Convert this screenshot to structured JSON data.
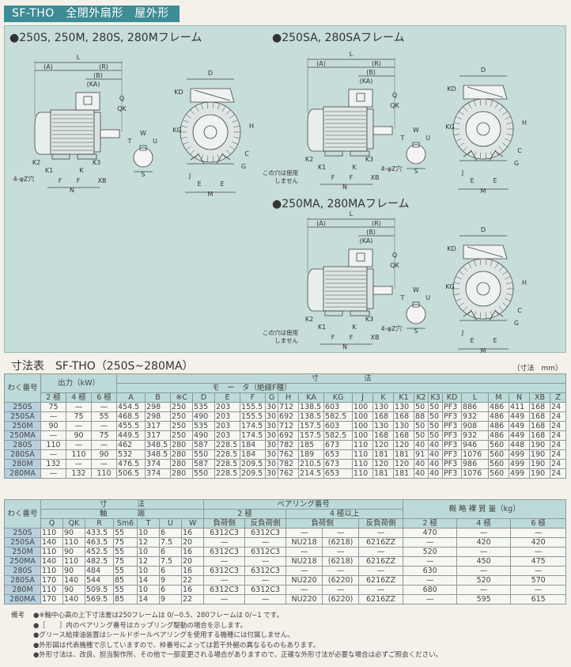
{
  "header": {
    "title": "SF-THO　全閉外扇形　屋外形"
  },
  "figures": [
    {
      "title": "●250S, 250M, 280S, 280Mフレーム",
      "labels": [
        "L",
        "(A)",
        "(R)",
        "(B)",
        "(KA)",
        "Q",
        "QK",
        "K2",
        "K3",
        "K1",
        "K",
        "4-φZ穴",
        "F",
        "F",
        "XB",
        "N",
        "W",
        "T",
        "U",
        "S",
        "D",
        "KD",
        "KG",
        "H",
        "C",
        "G",
        "J",
        "E",
        "E",
        "M"
      ]
    },
    {
      "title": "●250SA, 280SAフレーム",
      "labels": [
        "L",
        "(A)",
        "(R)",
        "(B)",
        "(KA)",
        "Q",
        "QK",
        "K2",
        "K3",
        "K1",
        "K",
        "4-φZ穴",
        "F",
        "F",
        "XB",
        "N",
        "W",
        "T",
        "U",
        "S",
        "D",
        "KD",
        "KG",
        "H",
        "C",
        "G",
        "J",
        "E",
        "E",
        "M"
      ],
      "note": [
        "この穴は使用",
        "しません"
      ]
    },
    {
      "title": "●250MA, 280MAフレーム",
      "labels": [
        "L",
        "(A)",
        "(R)",
        "(B)",
        "(KA)",
        "Q",
        "QK",
        "K2",
        "K3",
        "K1",
        "K",
        "4-φZ穴",
        "F",
        "F",
        "XB",
        "N",
        "W",
        "T",
        "U",
        "S",
        "D",
        "KD",
        "KG",
        "H",
        "C",
        "G",
        "J",
        "E",
        "E",
        "M"
      ],
      "note": [
        "この穴は使用",
        "しません"
      ]
    }
  ],
  "table1": {
    "title": "寸法表　SF-THO（250S~280MA）",
    "unit": "（寸法　mm）",
    "h_frame": "わく番号",
    "h_output": "出力（kW）",
    "h_dims": "寸　　　　　　法",
    "h_motor": "モ　ー　タ（絶縁F種）",
    "poles": [
      "2 極",
      "4 極",
      "6 極"
    ],
    "columns": [
      "A",
      "B",
      "※C",
      "D",
      "E",
      "F",
      "G",
      "H",
      "KA",
      "KG",
      "J",
      "K",
      "K1",
      "K2",
      "K3",
      "KD",
      "L",
      "M",
      "N",
      "XB",
      "Z"
    ],
    "rows": [
      [
        "250S",
        "75",
        "—",
        "—",
        "454.5",
        "298",
        "250",
        "535",
        "203",
        "155.5",
        "30",
        "712",
        "138.5",
        "603",
        "100",
        "130",
        "130",
        "50",
        "50",
        "PF3",
        "886",
        "486",
        "411",
        "168",
        "24"
      ],
      [
        "250SA",
        "—",
        "75",
        "55",
        "468.5",
        "298",
        "250",
        "490",
        "203",
        "155.5",
        "30",
        "692",
        "138.5",
        "582.5",
        "100",
        "168",
        "168",
        "88",
        "50",
        "PF3",
        "932",
        "486",
        "449",
        "168",
        "24"
      ],
      [
        "250M",
        "90",
        "—",
        "—",
        "455.5",
        "317",
        "250",
        "535",
        "203",
        "174.5",
        "30",
        "712",
        "157.5",
        "603",
        "100",
        "130",
        "130",
        "50",
        "50",
        "PF3",
        "908",
        "486",
        "449",
        "168",
        "24"
      ],
      [
        "250MA",
        "—",
        "90",
        "75",
        "449.5",
        "317",
        "250",
        "490",
        "203",
        "174.5",
        "30",
        "692",
        "157.5",
        "582.5",
        "100",
        "168",
        "168",
        "50",
        "50",
        "PF3",
        "932",
        "486",
        "449",
        "168",
        "24"
      ],
      [
        "280S",
        "110",
        "—",
        "—",
        "462",
        "348.5",
        "280",
        "587",
        "228.5",
        "184",
        "30",
        "782",
        "185",
        "673",
        "110",
        "120",
        "120",
        "40",
        "40",
        "PF3",
        "946",
        "560",
        "448",
        "190",
        "24"
      ],
      [
        "280SA",
        "—",
        "110",
        "90",
        "532",
        "348.5",
        "280",
        "550",
        "228.5",
        "184",
        "30",
        "762",
        "189",
        "653",
        "110",
        "181",
        "181",
        "91",
        "40",
        "PF3",
        "1076",
        "560",
        "499",
        "190",
        "24"
      ],
      [
        "280M",
        "132",
        "—",
        "—",
        "476.5",
        "374",
        "280",
        "587",
        "228.5",
        "209.5",
        "30",
        "782",
        "210.5",
        "673",
        "110",
        "120",
        "120",
        "40",
        "40",
        "PF3",
        "986",
        "560",
        "499",
        "190",
        "24"
      ],
      [
        "280MA",
        "—",
        "132",
        "110",
        "506.5",
        "374",
        "280",
        "550",
        "228.5",
        "209.5",
        "30",
        "762",
        "214.5",
        "653",
        "110",
        "181",
        "181",
        "40",
        "40",
        "PF3",
        "1076",
        "560",
        "499",
        "190",
        "24"
      ]
    ]
  },
  "table2": {
    "h_frame": "わく番号",
    "h_dims": "寸　　　　法",
    "h_shaft": "軸　　　　端",
    "h_bearing": "ベアリング番号",
    "h_b2": "2 極",
    "h_b4": "4 極以上",
    "h_load": "負荷側",
    "h_anti": "反負荷側",
    "h_mass": "概 略 裸 質 量（kg）",
    "mass_poles": [
      "2 極",
      "4 極",
      "6 極"
    ],
    "columns": [
      "Q",
      "QK",
      "R",
      "Sm6",
      "T",
      "U",
      "W"
    ],
    "rows": [
      [
        "250S",
        "110",
        "90",
        "433.5",
        "55",
        "10",
        "6",
        "16",
        "6312C3",
        "6312C3",
        "—",
        "—",
        "—",
        "470",
        "—",
        "—"
      ],
      [
        "250SA",
        "140",
        "110",
        "463.5",
        "75",
        "12",
        "7.5",
        "20",
        "—",
        "—",
        "NU218",
        "(6218)",
        "6216ZZ",
        "—",
        "420",
        "420"
      ],
      [
        "250M",
        "110",
        "90",
        "452.5",
        "55",
        "10",
        "6",
        "16",
        "6312C3",
        "6312C3",
        "—",
        "—",
        "—",
        "520",
        "—",
        "—"
      ],
      [
        "250MA",
        "140",
        "110",
        "482.5",
        "75",
        "12",
        "7.5",
        "20",
        "—",
        "—",
        "NU218",
        "(6218)",
        "6216ZZ",
        "—",
        "450",
        "475"
      ],
      [
        "280S",
        "110",
        "90",
        "484",
        "55",
        "10",
        "6",
        "16",
        "6312C3",
        "6312C3",
        "—",
        "—",
        "—",
        "630",
        "—",
        "—"
      ],
      [
        "280SA",
        "170",
        "140",
        "544",
        "85",
        "14",
        "9",
        "22",
        "—",
        "—",
        "NU220",
        "(6220)",
        "6216ZZ",
        "—",
        "520",
        "570"
      ],
      [
        "280M",
        "110",
        "90",
        "509.5",
        "55",
        "10",
        "6",
        "16",
        "6312C3",
        "6312C3",
        "—",
        "—",
        "—",
        "680",
        "—",
        "—"
      ],
      [
        "280MA",
        "170",
        "140",
        "569.5",
        "85",
        "14",
        "9",
        "22",
        "—",
        "—",
        "NU220",
        "(6220)",
        "6216ZZ",
        "—",
        "595",
        "615"
      ]
    ]
  },
  "notes": {
    "label": "備考",
    "items": [
      "●※軸中心高の上下寸法差は250フレームは 0/−0.5、280フレームは 0/−1 です。",
      "●［　　］内のベアリング番号はカップリング駆動の場合を示します。",
      "●グリース給排油装置はシールドボールベアリングを使用する機種には付属しません。",
      "●外形図は代表機種で示していますので、枠番号によっては若干外観の異なるものもあります。",
      "●外形寸法は、改良、担当製作所、その他で一部変更される場合がありますので、正確な外形寸法が必要な場合は必ずご照会ください。"
    ]
  },
  "colors": {
    "header": "#3d8c96",
    "panel": "#c6ddd9",
    "table_header": "#bcdad8",
    "frame_col": "#b8d0de"
  }
}
